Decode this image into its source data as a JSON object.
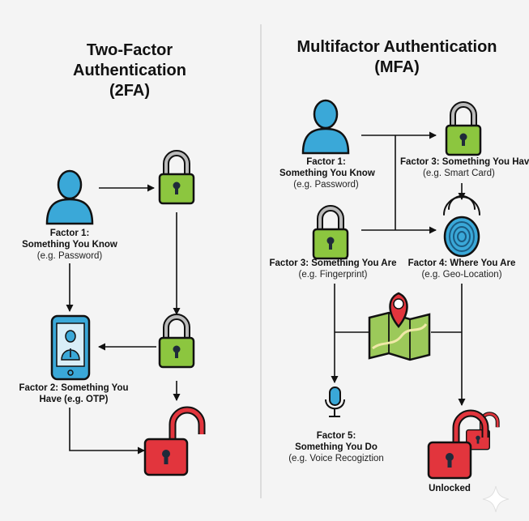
{
  "left": {
    "title_line1": "Two-Factor",
    "title_line2": "Authentication",
    "title_line3": "(2FA)",
    "factor1": {
      "line1": "Factor 1:",
      "line2": "Something You Know",
      "line3": "(e.g. Password)"
    },
    "factor2": {
      "line1": "Factor 2: Something You",
      "line2": "Have (e.g. OTP)"
    }
  },
  "right": {
    "title_line1": "Multifactor Authentication",
    "title_line2": "(MFA)",
    "factor1": {
      "line1": "Factor 1:",
      "line2": "Something You Know",
      "line3": "(e.g. Password)"
    },
    "factor3_have": {
      "line1": "Factor 3: Something You Hav",
      "line2": "(e.g. Smart Card)"
    },
    "factor3_are": {
      "line1": "Factor 3: Something You Are",
      "line2": "(e.g. Fingerprint)"
    },
    "factor4": {
      "line1": "Factor 4: Where You Are",
      "line2": "(e.g. Geo-Location)"
    },
    "factor5": {
      "line1": "Factor 5:",
      "line2": "Something You Do",
      "line3": "(e.g. Voice Recogiztion"
    },
    "unlocked": "Unlocked"
  },
  "colors": {
    "lock_green": "#8cc63f",
    "lock_red": "#e2353d",
    "person_blue": "#3aa8d8",
    "map_green": "#9cc95a",
    "pin_red": "#e2353d"
  },
  "icons": [
    "person-icon",
    "padlock-icon",
    "unlocked-padlock-icon",
    "smartphone-icon",
    "fingerprint-icon",
    "map-pin-icon",
    "microphone-icon",
    "sparkle-icon"
  ]
}
